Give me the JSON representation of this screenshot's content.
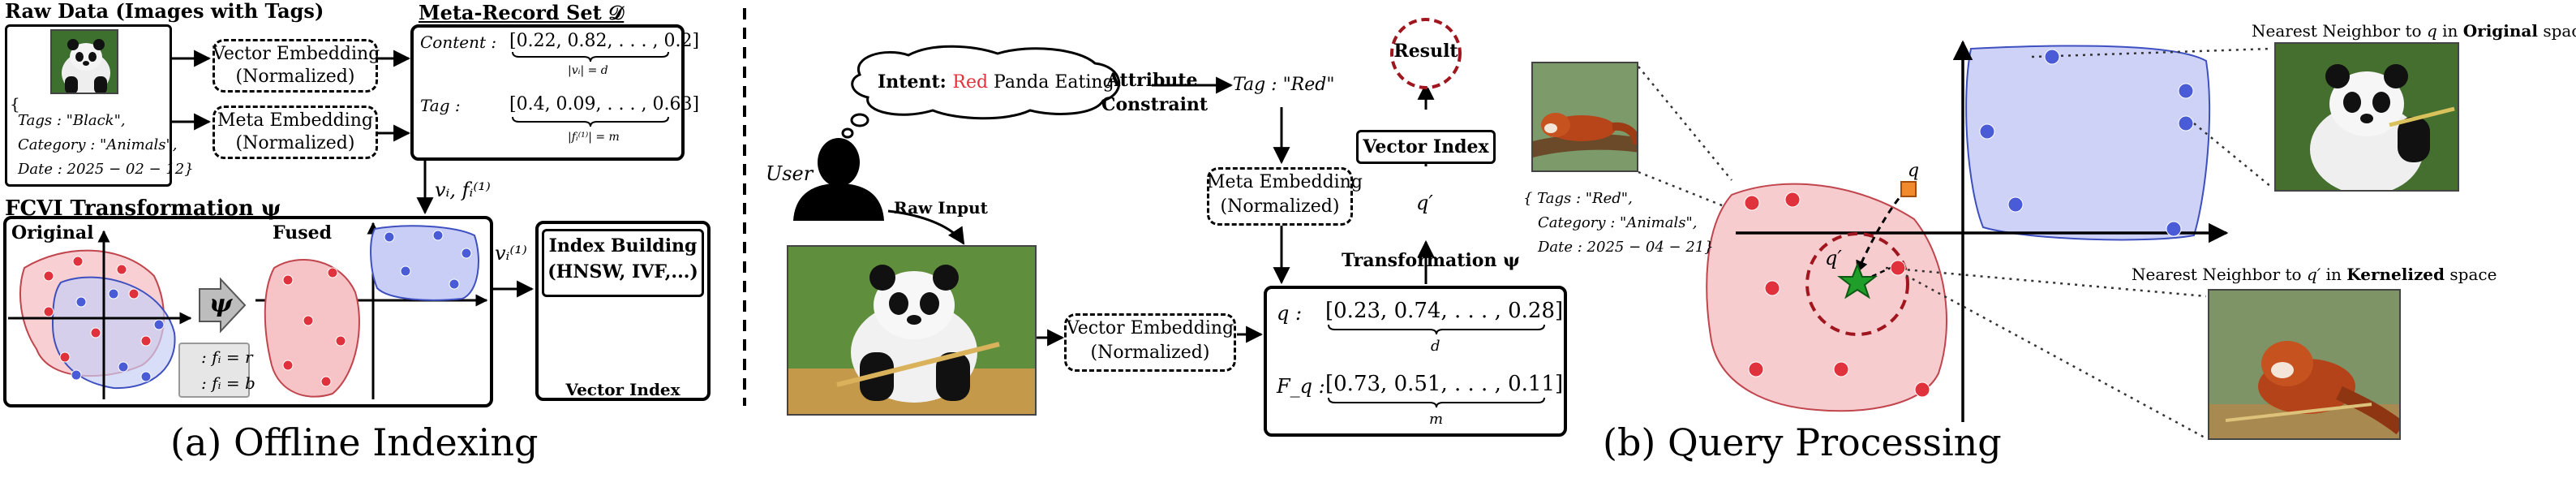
{
  "offline": {
    "raw_data_title": "Raw Data (Images with Tags)",
    "raw_tags": "Tags : \"Black\",",
    "raw_category": "Category : \"Animals\",",
    "raw_date": "Date : 2025 − 02 − 12}",
    "raw_brace": "{",
    "vector_embedding": "Vector Embedding",
    "meta_embedding": "Meta Embedding",
    "normalized": "(Normalized)",
    "meta_record_title": "Meta-Record Set 𝒟",
    "content_label": "Content :",
    "content_vector": "[0.22, 0.82, . . . , 0.2]",
    "content_dim": "|vᵢ| = d",
    "tag_label": "Tag :",
    "tag_vector": "[0.4, 0.09, . . . , 0.63]",
    "tag_dim": "|fᵢ⁽¹⁾| = m",
    "vi_fi": "vᵢ, fᵢ⁽¹⁾",
    "fcvi_title": "FCVI  Transformation ψ",
    "original": "Original",
    "fused": "Fused",
    "psi": "ψ",
    "legend_r": ": fᵢ = r",
    "legend_b": ": fᵢ = b",
    "vi1": "vᵢ⁽¹⁾",
    "index_building_1": "Index Building",
    "index_building_2": "(HNSW, IVF,...)",
    "vector_index": "Vector Index",
    "caption": "(a) Offline Indexing"
  },
  "query": {
    "intent_prefix": "Intent: ",
    "intent_red": "Red",
    "intent_rest": " Panda Eating",
    "attribute": "Attribute",
    "constraint": "Constraint",
    "tag_red": "Tag : \"Red\"",
    "user": "User",
    "raw_input": "Raw Input",
    "meta_embedding": "Meta Embedding",
    "vector_embedding": "Vector Embedding",
    "normalized": "(Normalized)",
    "result": "Result",
    "vector_index": "Vector Index",
    "q_prime": "q′",
    "transformation": "Transformation ψ",
    "q_label": "q :",
    "q_vector": "[0.23, 0.74, . . . , 0.28]",
    "q_dim": "d",
    "fq_label": "F_q :",
    "fq_vector": "[0.73, 0.51, . . . , 0.11]",
    "fq_dim": "m",
    "photo_tags": "{  Tags : \"Red\",",
    "photo_category": "Category : \"Animals\",",
    "photo_date": "Date : 2025 − 04 − 21}",
    "point_q": "q",
    "point_qp": "q′",
    "nn_original_prefix": "Nearest Neighbor to ",
    "nn_original_q": "q",
    "nn_original_mid": " in ",
    "nn_original_bold": "Original",
    "nn_original_suffix": " space",
    "nn_kernel_prefix": "Nearest Neighbor to ",
    "nn_kernel_q": "q′",
    "nn_kernel_mid": " in ",
    "nn_kernel_bold": "Kernelized",
    "nn_kernel_suffix": " space",
    "caption": "(b) Query Processing"
  },
  "colors": {
    "red_point": "#e0323c",
    "blue_point": "#4a5bd8",
    "red_fill": "#f7c6c9",
    "blue_fill": "#cdd2f6",
    "result_circle": "#a0161e",
    "star": "#1f9e2a",
    "q_square": "#f08a2c"
  },
  "icons": [
    "user-silhouette-icon",
    "thought-bubble-icon",
    "database-cylinder-icon",
    "star-icon"
  ]
}
